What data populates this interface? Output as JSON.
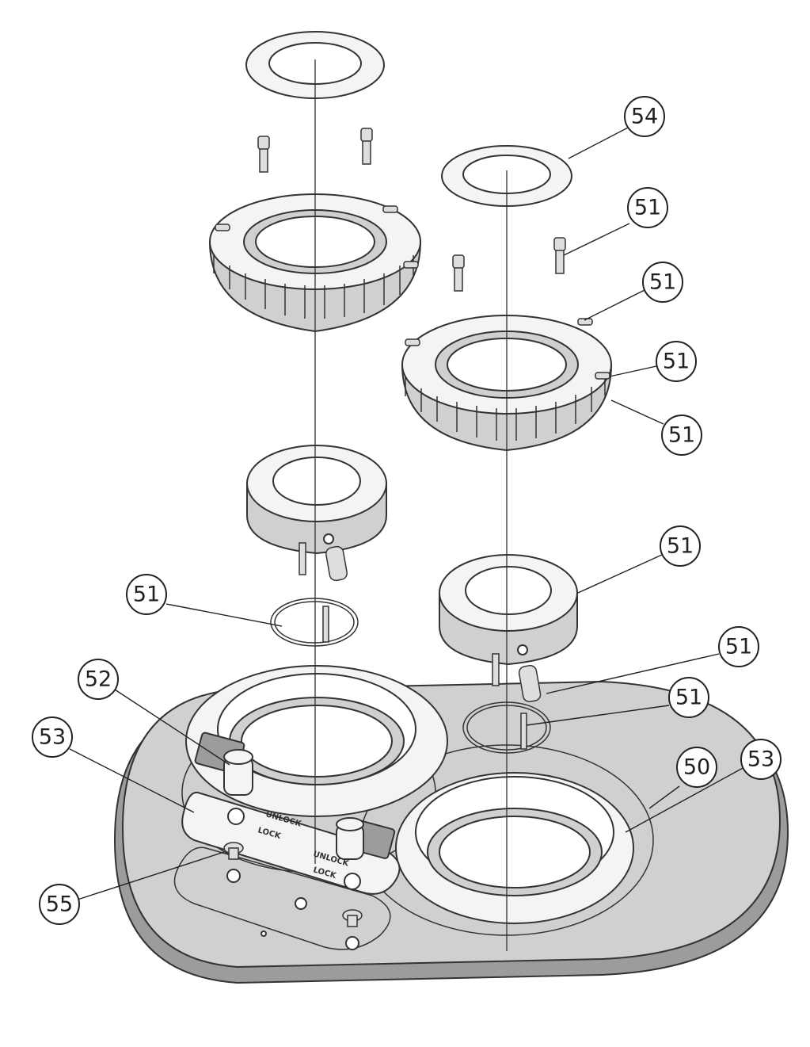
{
  "diagram": {
    "callouts": [
      {
        "id": "c54",
        "label": "54"
      },
      {
        "id": "c51a",
        "label": "51"
      },
      {
        "id": "c51b",
        "label": "51"
      },
      {
        "id": "c51c",
        "label": "51"
      },
      {
        "id": "c51d",
        "label": "51"
      },
      {
        "id": "c51e",
        "label": "51"
      },
      {
        "id": "c51f",
        "label": "51"
      },
      {
        "id": "c51g",
        "label": "51"
      },
      {
        "id": "c51h",
        "label": "51"
      },
      {
        "id": "c52",
        "label": "52"
      },
      {
        "id": "c53a",
        "label": "53"
      },
      {
        "id": "c53b",
        "label": "53"
      },
      {
        "id": "c50",
        "label": "50"
      },
      {
        "id": "c55",
        "label": "55"
      }
    ],
    "engravings": {
      "unlock_left": "UNLOCK",
      "lock_left": "LOCK",
      "unlock_right": "UNLOCK",
      "lock_right": "LOCK"
    },
    "colors": {
      "line": "#333333",
      "face": "#f4f4f4",
      "side": "#d0d0d0",
      "base": "#9c9c9c"
    }
  }
}
